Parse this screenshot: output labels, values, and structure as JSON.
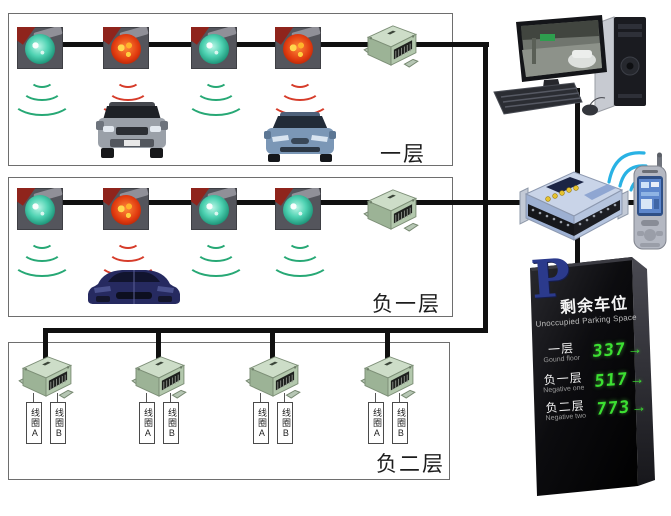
{
  "floors": {
    "f1": {
      "label": "一层",
      "sensor_states": [
        "free",
        "occupied",
        "free",
        "occupied"
      ]
    },
    "b1": {
      "label": "负一层",
      "sensor_states": [
        "free",
        "occupied",
        "free",
        "free"
      ]
    },
    "b2": {
      "label": "负二层"
    }
  },
  "coil_labels": {
    "a": "线圈A",
    "b": "线圈B"
  },
  "display_sign": {
    "p_symbol": "P",
    "title_cn": "剩余车位",
    "title_en": "Unoccupied Parking Space",
    "rows": [
      {
        "label_cn": "一层",
        "label_en": "Gound floor",
        "value": "337",
        "arrow": "→"
      },
      {
        "label_cn": "负一层",
        "label_en": "Negative one",
        "value": "517",
        "arrow": "→"
      },
      {
        "label_cn": "负二层",
        "label_en": "Negative two",
        "value": "773",
        "arrow": "→"
      }
    ]
  },
  "colors": {
    "vacant_sensor": "#27a875",
    "occupied_sensor": "#d63c2a",
    "wireless_signal": "#29b2e4",
    "sign_value_green": "#3ce032",
    "sign_p_blue": "#2b3a8c",
    "wire_black": "#101010"
  }
}
